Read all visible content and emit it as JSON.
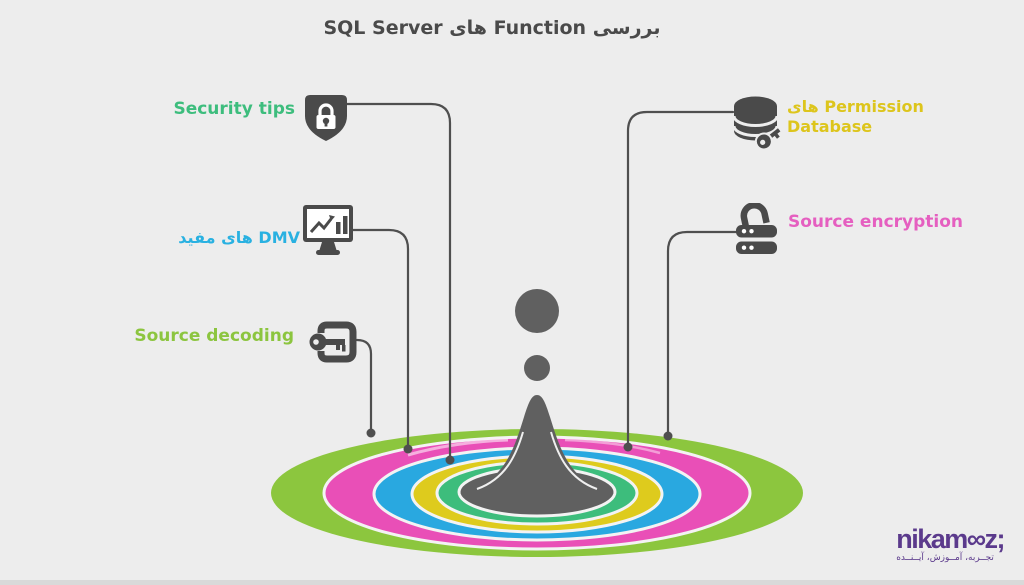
{
  "title": "بررسی Function های SQL Server",
  "items": [
    {
      "label": "Security tips",
      "color": "#3dbd7d",
      "icon": "shield-lock-icon"
    },
    {
      "label": "DMV های مفید",
      "color": "#29b1e1",
      "icon": "monitor-chart-icon"
    },
    {
      "label": "Source decoding",
      "color": "#8cc53f",
      "icon": "key-door-icon"
    },
    {
      "label_line1": "Permission های",
      "label_line2": "Database",
      "color": "#ddc51c",
      "icon": "database-key-icon"
    },
    {
      "label": "Source encryption",
      "color": "#e55fc0",
      "icon": "lock-server-icon"
    }
  ],
  "graphic": {
    "rings": [
      "#8cc63e",
      "#e94fb7",
      "#29a8e0",
      "#decb1d",
      "#3dbd7c"
    ],
    "center_color": "#606060",
    "splash_color": "#606060",
    "connector_color": "#4f4f4f",
    "icon_color": "#4a4a4a"
  },
  "logo": {
    "wordmark": "nikam∞z;",
    "tagline": "تجــربه، آمــوزش، آیــنــده",
    "color": "#5b3a8c"
  }
}
